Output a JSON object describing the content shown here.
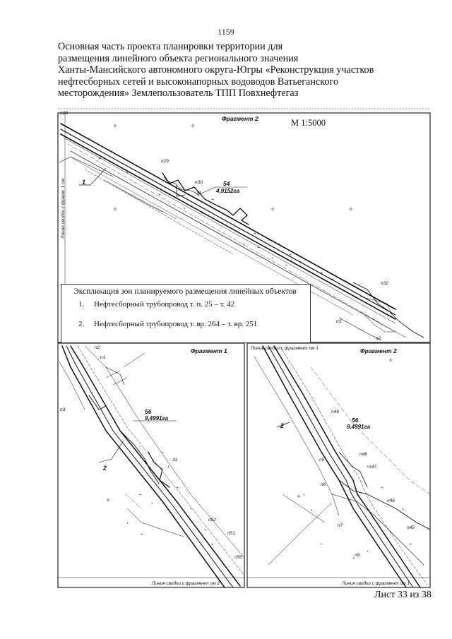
{
  "page_number": "1159",
  "header": {
    "line1": "Основная часть проекта планировки территории для",
    "line2": " размещения линейного объекта регионального значения",
    "line3": " Ханты-Мансийского автономного округа-Югры «Реконструкция участков",
    "line4": "нефтесборных сетей и высоконапорных водоводов Ватьеганского",
    "line5": "месторождения» Землепользователь ТПП Повхнефтегаз"
  },
  "map_top": {
    "fragment_label": "Фрагмент 2",
    "scale": "М 1:5000",
    "parcel_number": "54",
    "parcel_area": "4,9152га",
    "route_label": "1",
    "points": {
      "n28": "п28",
      "n29": "п29",
      "n30": "п30",
      "n31": "31",
      "n32": "п32",
      "n2": "п2",
      "n3": "п3"
    },
    "side_label": "Линия сводки с фрагм. 1 ом"
  },
  "legend": {
    "title": "Экспликация зон планируемого размещения линейных объектов",
    "items": [
      {
        "num": "1.",
        "text": "Нефтесборный трубопровод т. п. 25 – т. 42"
      },
      {
        "num": "2.",
        "text": "Нефтесборный трубопровод т. вр. 264 – т. вр. 251"
      }
    ]
  },
  "map_left": {
    "fragment_label": "Фрагмент 1",
    "parcel_number": "56",
    "parcel_area": "9,4991га",
    "route_label": "2",
    "points": {
      "n1": "п1",
      "n2": "п2",
      "n3": "п3",
      "n31": "31",
      "n50": "п50",
      "n51": "п51",
      "n52": "п52"
    },
    "bottom_label": "Линия сводки с фрагмент ом 2"
  },
  "map_right": {
    "fragment_label": "Фрагмент 2",
    "top_label": "Линия сводки с фрагмент ом 1",
    "parcel_number": "56",
    "parcel_area": "9,4991га",
    "route_label": "2",
    "points": {
      "n45": "п45",
      "n46": "п46",
      "n47": "п47",
      "n48": "п48",
      "n49": "п49",
      "n5": "п5",
      "n6": "п6",
      "n7": "п7",
      "n8": "п8",
      "n45b": "п45"
    },
    "bottom_label": "Линия сводки с фрагмент ом 1"
  },
  "footer": "Лист 33 из 38"
}
